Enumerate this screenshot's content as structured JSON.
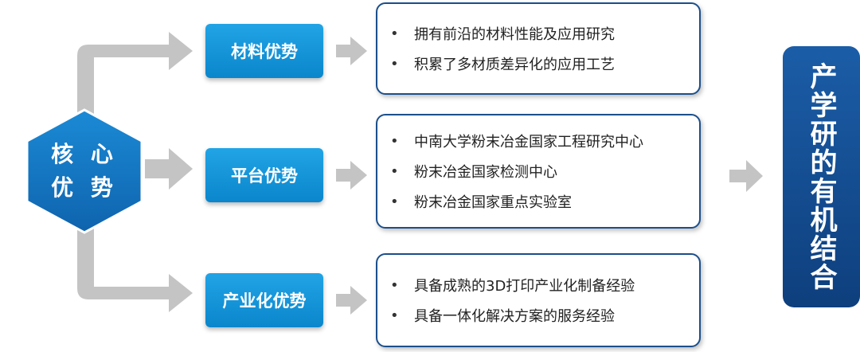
{
  "core": {
    "line1": "核 心",
    "line2": "优 势"
  },
  "advantages": [
    {
      "label": "材料优势",
      "items": [
        "拥有前沿的材料性能及应用研究",
        "积累了多材质差异化的应用工艺"
      ]
    },
    {
      "label": "平台优势",
      "items": [
        "中南大学粉末冶金国家工程研究中心",
        "粉末冶金国家检测中心",
        "粉末冶金国家重点实验室"
      ]
    },
    {
      "label": "产业化优势",
      "items": [
        "具备成熟的3D打印产业化制备经验",
        "具备一体化解决方案的服务经验"
      ]
    }
  ],
  "result": {
    "text": "产学研的有机结合"
  },
  "bullet": "•",
  "colors": {
    "core_blue": "#1577c4",
    "advantage_blue": "#16a0e3",
    "panel_border": "#1b4f8c",
    "result_navy": "#14508f",
    "connector_gray": "#c4c4c4"
  }
}
